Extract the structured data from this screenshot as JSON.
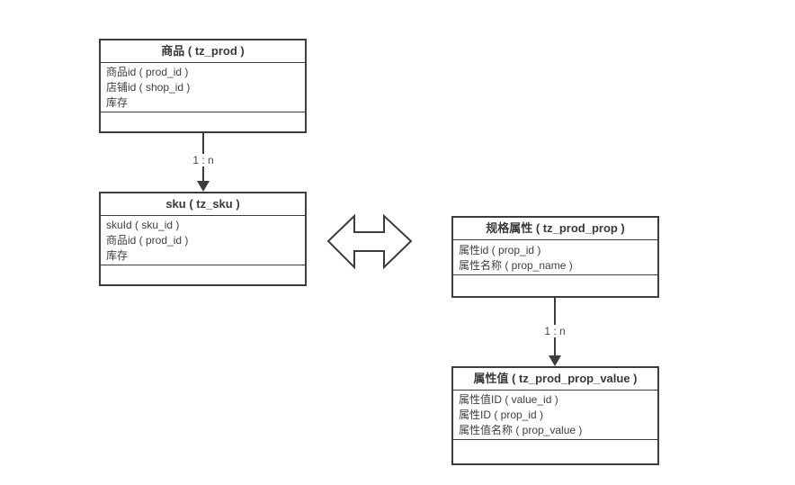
{
  "diagram": {
    "tables": {
      "prod": {
        "title": "商品 ( tz_prod )",
        "rows": [
          "商品id ( prod_id )",
          "店铺id ( shop_id )",
          "库存"
        ]
      },
      "sku": {
        "title": "sku ( tz_sku )",
        "rows": [
          "skuId ( sku_id )",
          "商品id ( prod_id )",
          "库存"
        ]
      },
      "prop": {
        "title": "规格属性 ( tz_prod_prop )",
        "rows": [
          "属性id ( prop_id )",
          "属性名称 ( prop_name )"
        ]
      },
      "prop_value": {
        "title": "属性值 ( tz_prod_prop_value )",
        "rows": [
          "属性值ID ( value_id )",
          "属性ID ( prop_id )",
          "属性值名称 ( prop_value )"
        ]
      }
    },
    "connectors": {
      "prod_to_sku": {
        "label": "1 : n"
      },
      "prop_to_value": {
        "label": "1 : n"
      }
    },
    "colors": {
      "border": "#3c3c3c",
      "text": "#404040",
      "background": "#ffffff"
    }
  }
}
